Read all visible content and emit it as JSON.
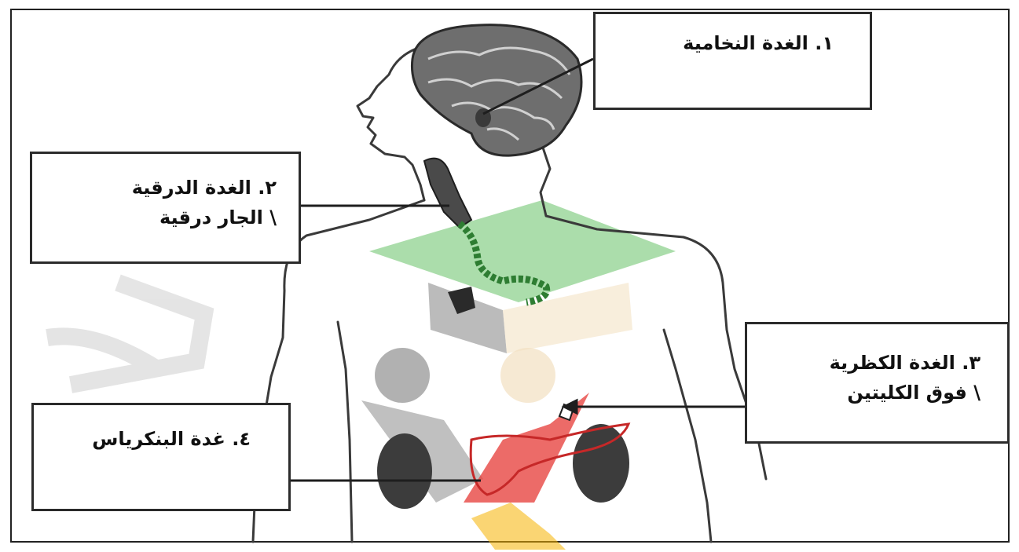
{
  "labels": {
    "pituitary": {
      "line1": "١. الغدة النخامية"
    },
    "thyroid": {
      "line1": "٢. الغدة الدرقية",
      "line2": "\\ الجار درقية"
    },
    "adrenal": {
      "line1": "٣. الغدة الكظرية",
      "line2": "\\ فوق الكليتين"
    },
    "pancreas": {
      "line1": "٤. غدة البنكرياس"
    }
  },
  "colors": {
    "frame": "#222222",
    "body_outline": "#3a3a3a",
    "brain": "#6e6e6e",
    "thyroid": "#4a4a4a",
    "parathyroid": "#2e7d32",
    "kidney": "#3c3c3c",
    "pancreas_outline": "#c62828",
    "watermark_green": "#8fd18f",
    "watermark_red": "#e53935",
    "watermark_gray": "#9e9e9e"
  }
}
